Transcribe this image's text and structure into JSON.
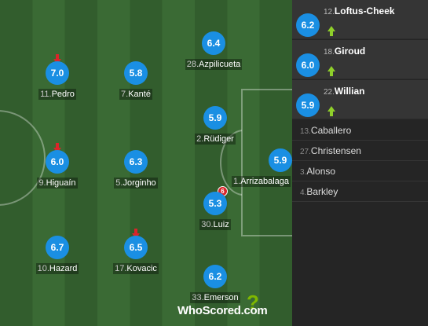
{
  "players": [
    {
      "number": "12.",
      "name": "Loftus-Cheek"
    },
    {
      "number": "11.",
      "name": "Pedro",
      "rating": "7.0"
    },
    {
      "number": "7.",
      "name": "Kanté",
      "rating": "5.8"
    },
    {
      "number": "28.",
      "name": "Azpilicueta",
      "rating": "6.4"
    },
    {
      "number": "9.",
      "name": "Higuaín",
      "rating": "6.0"
    },
    {
      "number": "5.",
      "name": "Jorginho",
      "rating": "6.3"
    },
    {
      "number": "2.",
      "name": "Rüdiger",
      "rating": "5.9"
    },
    {
      "number": "1.",
      "name": "Arrizabalaga",
      "rating": "5.9"
    },
    {
      "number": "30.",
      "name": "Luiz",
      "rating": "5.3"
    },
    {
      "number": "10.",
      "name": "Hazard",
      "rating": "6.7"
    },
    {
      "number": "17.",
      "name": "Kovacic",
      "rating": "6.5"
    },
    {
      "number": "33.",
      "name": "Emerson",
      "rating": "6.2"
    }
  ],
  "card_label": "6",
  "substitutes_in": [
    {
      "number": "12.",
      "name": "Loftus-Cheek",
      "rating": "6.2"
    },
    {
      "number": "18.",
      "name": "Giroud",
      "rating": "6.0"
    },
    {
      "number": "22.",
      "name": "Willian",
      "rating": "5.9"
    }
  ],
  "bench": [
    {
      "number": "13.",
      "name": "Caballero"
    },
    {
      "number": "27.",
      "name": "Christensen"
    },
    {
      "number": "3.",
      "name": "Alonso"
    },
    {
      "number": "4.",
      "name": "Barkley"
    }
  ],
  "logo": {
    "word": "WhoScored",
    "suffix": ".com"
  },
  "colors": {
    "rating_circle": "#1a8fe3",
    "sub_out_arrow": "#d9252a",
    "sub_in_arrow": "#8fcf2a",
    "pitch_dark": "#325d2d",
    "pitch_light": "#3a6a34"
  }
}
